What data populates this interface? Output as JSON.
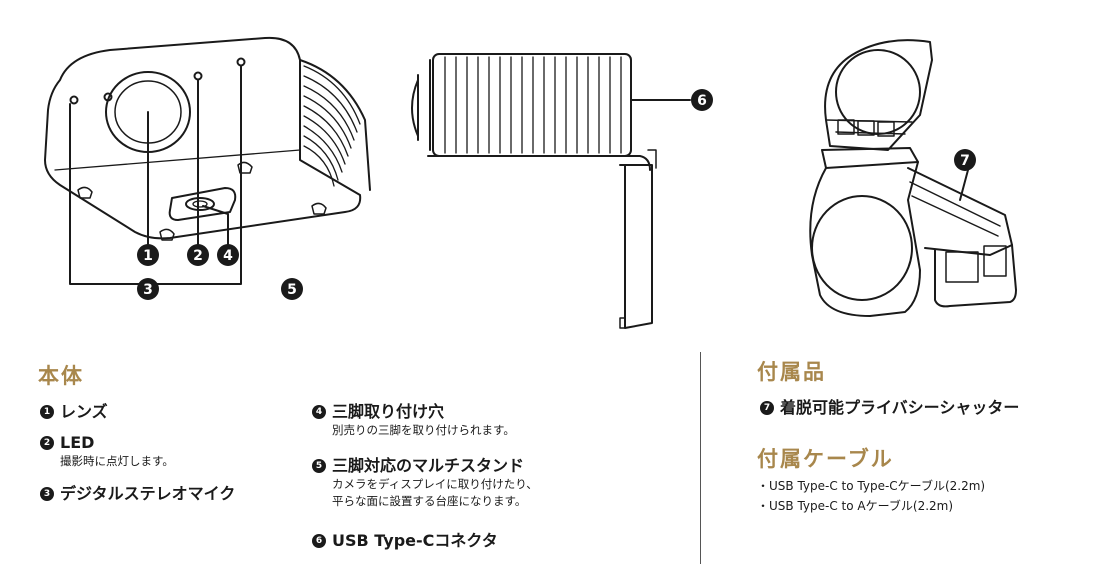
{
  "markers": [
    "1",
    "2",
    "3",
    "4",
    "5",
    "6",
    "7"
  ],
  "main": {
    "heading": "本体",
    "items": [
      {
        "num": "1",
        "title": "レンズ",
        "desc": ""
      },
      {
        "num": "2",
        "title": "LED",
        "desc": "撮影時に点灯します。"
      },
      {
        "num": "3",
        "title": "デジタルステレオマイク",
        "desc": ""
      },
      {
        "num": "4",
        "title": "三脚取り付け穴",
        "desc": "別売りの三脚を取り付けられます。"
      },
      {
        "num": "5",
        "title": "三脚対応のマルチスタンド",
        "desc1": "カメラをディスプレイに取り付けたり、",
        "desc2": "平らな面に設置する台座になります。"
      },
      {
        "num": "6",
        "title": "USB Type-Cコネクタ",
        "desc": ""
      }
    ]
  },
  "accessories": {
    "heading": "付属品",
    "items": [
      {
        "num": "7",
        "title": "着脱可能プライバシーシャッター"
      }
    ]
  },
  "cables": {
    "heading": "付属ケーブル",
    "items": [
      "・USB Type-C to Type-Cケーブル(2.2m)",
      "・USB Type-C to Aケーブル(2.2m)"
    ]
  },
  "colors": {
    "accent": "#a8874c",
    "ink": "#1a1a1a",
    "background": "#ffffff"
  }
}
